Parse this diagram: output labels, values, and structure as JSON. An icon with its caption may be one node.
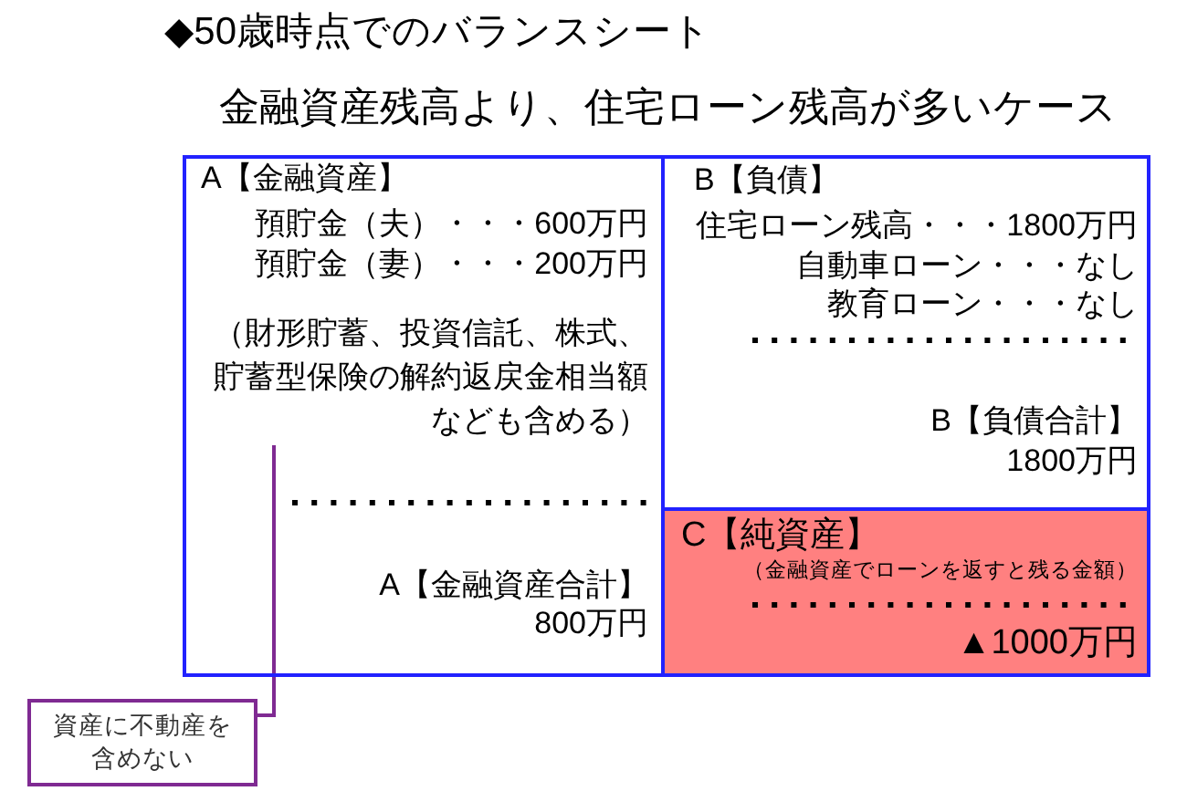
{
  "diagram": {
    "title": "◆50歳時点でのバランスシート",
    "nodes": [
      {
        "text": [
          "A【金融資産】",
          "預貯金（夫）・・・600万円",
          "預貯金（妻）・・・200万円",
          "（財形貯蓄、投資信託、株式、貯蓄型保険の解約返戻金相当額なども含める）",
          "A【金融資産合計】",
          "800万円"
        ]
      },
      {
        "text": [
          "B【負債】",
          "住宅ローン残高・・・1800万円",
          "自動車ローン・・・なし",
          "教育ローン・・・なし",
          "B【負債合計】",
          "1800万円"
        ]
      },
      {
        "text": [
          "C【純資産】",
          "（金融資産でローンを返すと残る金額）",
          "▲1000万円"
        ]
      },
      {
        "text": [
          "資産に不動産を含めない"
        ]
      }
    ],
    "edges": [
      {
        "from": 3,
        "to": 0,
        "arrow": "none"
      }
    ],
    "labels": [
      "金融資産残高より、住宅ローン残高が多いケース"
    ]
  }
}
